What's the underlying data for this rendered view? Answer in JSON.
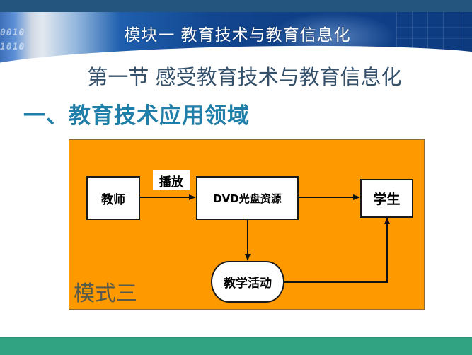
{
  "header": {
    "module_title": "模块一   教育技术与教育信息化",
    "binary_decoration": [
      "0010",
      "1010"
    ]
  },
  "section_title": "第一节 感受教育技术与教育信息化",
  "heading": "一、教育技术应用领域",
  "diagram": {
    "background_color": "#ff9900",
    "mode_label": "模式三",
    "nodes": [
      {
        "id": "teacher",
        "label": "教师",
        "shape": "rect"
      },
      {
        "id": "dvd",
        "label": "DVD光盘资源",
        "shape": "rect"
      },
      {
        "id": "student",
        "label": "学生",
        "shape": "rect"
      },
      {
        "id": "activity",
        "label": "教学活动",
        "shape": "rounded"
      }
    ],
    "edges": [
      {
        "from": "teacher",
        "to": "dvd",
        "label": "播放"
      },
      {
        "from": "dvd",
        "to": "student",
        "label": ""
      },
      {
        "from": "dvd",
        "to": "activity",
        "label": ""
      },
      {
        "from": "activity",
        "to": "student",
        "label": ""
      }
    ]
  },
  "colors": {
    "topbar": "#24557f",
    "heading": "#1f7fa8",
    "section_title": "#34506a",
    "footer": "#31a383"
  }
}
